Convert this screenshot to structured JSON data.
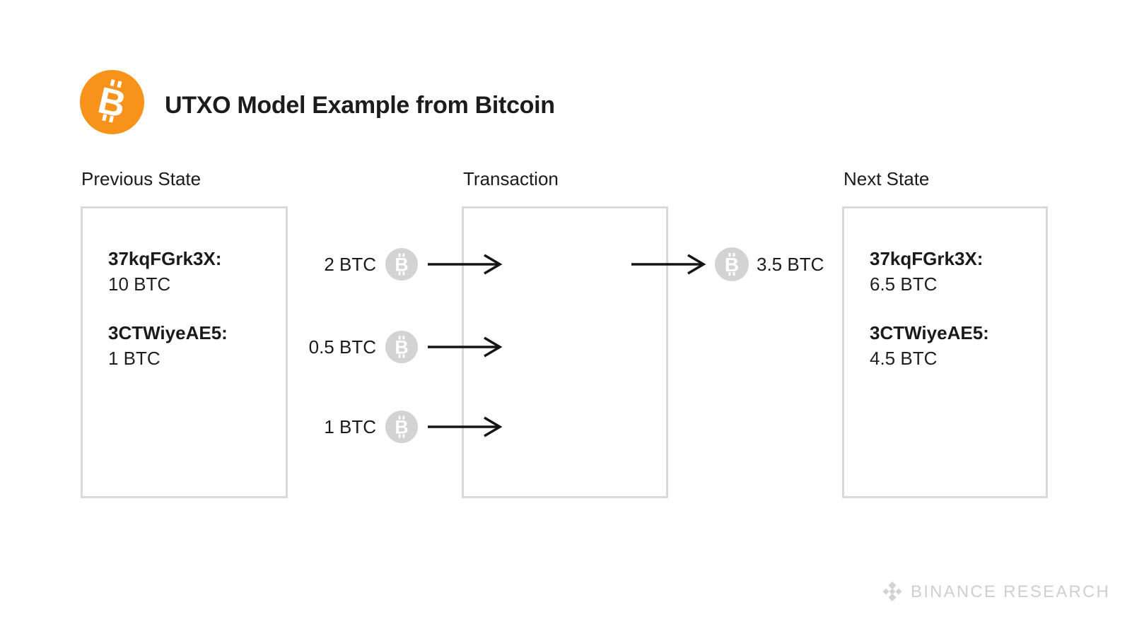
{
  "header": {
    "title": "UTXO Model Example from Bitcoin"
  },
  "columns": {
    "previous_state": {
      "label": "Previous State",
      "entries": [
        {
          "address": "37kqFGrk3X:",
          "amount": "10 BTC"
        },
        {
          "address": "3CTWiyeAE5:",
          "amount": "1 BTC"
        }
      ]
    },
    "transaction": {
      "label": "Transaction"
    },
    "next_state": {
      "label": "Next State",
      "entries": [
        {
          "address": "37kqFGrk3X:",
          "amount": "6.5 BTC"
        },
        {
          "address": "3CTWiyeAE5:",
          "amount": "4.5 BTC"
        }
      ]
    }
  },
  "transaction_inputs": [
    {
      "amount": "2 BTC"
    },
    {
      "amount": "0.5 BTC"
    },
    {
      "amount": "1 BTC"
    }
  ],
  "transaction_output": {
    "amount": "3.5 BTC"
  },
  "footer": {
    "brand_primary": "BINANCE",
    "brand_secondary": "RESEARCH"
  },
  "icons": {
    "bitcoin_logo": "bitcoin-circle",
    "coin": "btc-coin",
    "arrow": "arrow-right",
    "binance_mark": "binance-diamond"
  },
  "colors": {
    "bitcoin_orange": "#F7931A",
    "coin_gray": "#D3D3D3",
    "box_border": "#D9D9D9",
    "text": "#1A1A1A",
    "arrow": "#141414",
    "footer_gray": "#CFCFCF"
  }
}
